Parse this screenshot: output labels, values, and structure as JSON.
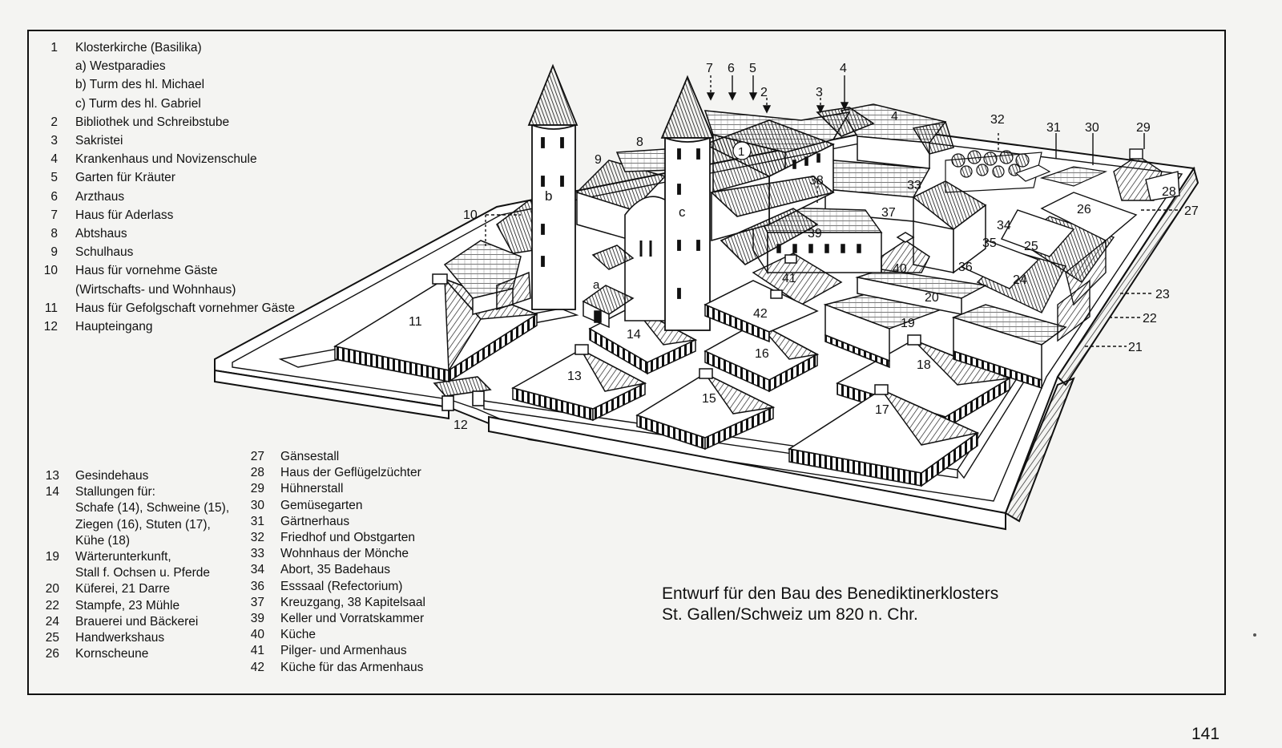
{
  "legend_top": [
    {
      "num": "1",
      "label": "Klosterkirche (Basilika)"
    },
    {
      "num": "",
      "label": "a) Westparadies"
    },
    {
      "num": "",
      "label": "b) Turm des hl. Michael"
    },
    {
      "num": "",
      "label": "c) Turm des hl. Gabriel"
    },
    {
      "num": "2",
      "label": "Bibliothek und Schreibstube"
    },
    {
      "num": "3",
      "label": "Sakristei"
    },
    {
      "num": "4",
      "label": "Krankenhaus und Novizenschule"
    },
    {
      "num": "5",
      "label": "Garten für Kräuter"
    },
    {
      "num": "6",
      "label": "Arzthaus"
    },
    {
      "num": "7",
      "label": "Haus für Aderlass"
    },
    {
      "num": "8",
      "label": "Abtshaus"
    },
    {
      "num": "9",
      "label": "Schulhaus"
    },
    {
      "num": "10",
      "label": "Haus für vornehme Gäste"
    },
    {
      "num": "",
      "label": "(Wirtschafts- und Wohnhaus)"
    },
    {
      "num": "11",
      "label": "Haus für Gefolgschaft vornehmer Gäste"
    },
    {
      "num": "12",
      "label": "Haupteingang"
    }
  ],
  "legend_bottom_left": [
    {
      "num": "13",
      "label": "Gesindehaus"
    },
    {
      "num": "14",
      "label": "Stallungen für:"
    },
    {
      "num": "",
      "label": "Schafe (14), Schweine (15),"
    },
    {
      "num": "",
      "label": "Ziegen (16), Stuten (17),"
    },
    {
      "num": "",
      "label": "Kühe (18)"
    },
    {
      "num": "19",
      "label": "Wärterunterkunft,"
    },
    {
      "num": "",
      "label": "Stall f. Ochsen u. Pferde"
    },
    {
      "num": "20",
      "label": "Küferei, 21 Darre"
    },
    {
      "num": "22",
      "label": "Stampfe, 23 Mühle"
    },
    {
      "num": "24",
      "label": "Brauerei und Bäckerei"
    },
    {
      "num": "25",
      "label": "Handwerkshaus"
    },
    {
      "num": "26",
      "label": "Kornscheune"
    }
  ],
  "legend_bottom_mid": [
    {
      "num": "27",
      "label": "Gänsestall"
    },
    {
      "num": "28",
      "label": "Haus der Geflügelzüchter"
    },
    {
      "num": "29",
      "label": "Hühnerstall"
    },
    {
      "num": "30",
      "label": "Gemüsegarten"
    },
    {
      "num": "31",
      "label": "Gärtnerhaus"
    },
    {
      "num": "32",
      "label": "Friedhof und Obstgarten"
    },
    {
      "num": "33",
      "label": "Wohnhaus der Mönche"
    },
    {
      "num": "34",
      "label": "Abort, 35 Badehaus"
    },
    {
      "num": "36",
      "label": "Esssaal (Refectorium)"
    },
    {
      "num": "37",
      "label": "Kreuzgang, 38 Kapitelsaal"
    },
    {
      "num": "39",
      "label": "Keller und Vorratskammer"
    },
    {
      "num": "40",
      "label": "Küche"
    },
    {
      "num": "41",
      "label": "Pilger- und Armenhaus"
    },
    {
      "num": "42",
      "label": "Küche für das Armenhaus"
    }
  ],
  "caption": {
    "line1": "Entwurf für den Bau des Benediktinerklosters",
    "line2": "St. Gallen/Schweiz um 820 n. Chr."
  },
  "page_number": "141",
  "drawing_labels": {
    "b": "b",
    "c": "c",
    "a": "a",
    "l1": "1",
    "l2": "2",
    "l3": "3",
    "l4top": "4",
    "l4": "4",
    "l5": "5",
    "l6": "6",
    "l7": "7",
    "l8": "8",
    "l9": "9",
    "l10": "10",
    "l11": "11",
    "l12": "12",
    "l13": "13",
    "l14": "14",
    "l15": "15",
    "l16": "16",
    "l17": "17",
    "l18": "18",
    "l19": "19",
    "l20": "20",
    "l21": "21",
    "l22": "22",
    "l23": "23",
    "l24": "24",
    "l25": "25",
    "l26": "26",
    "l27": "27",
    "l28": "28",
    "l29": "29",
    "l30": "30",
    "l31": "31",
    "l32": "32",
    "l33": "33",
    "l34": "34",
    "l35": "35",
    "l36": "36",
    "l37": "37",
    "l38": "38",
    "l39": "39",
    "l40": "40",
    "l41": "41",
    "l42": "42"
  }
}
